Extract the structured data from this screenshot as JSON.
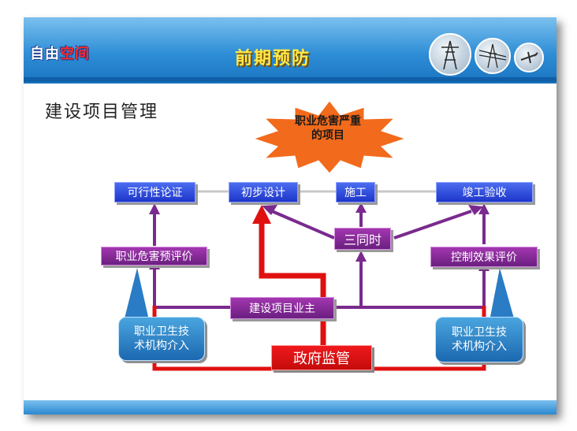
{
  "header": {
    "logo_part1": "自由",
    "logo_part2": "空间",
    "title": "前期预防"
  },
  "main": {
    "title": "建设项目管理",
    "burst": "职业危害严重的项目"
  },
  "flow": {
    "stage1": "可行性论证",
    "stage2": "初步设计",
    "stage3": "施工",
    "stage4": "竣工验收",
    "pre_eval": "职业危害预评价",
    "three_sim": "三同时",
    "control_eval": "控制效果评价",
    "owner": "建设项目业主",
    "agency_left": "职业卫生技术机构介入",
    "agency_right": "职业卫生技术机构介入",
    "gov": "政府监管"
  },
  "colors": {
    "header_blue": "#2e8ed6",
    "stage_blue": "#1d35c9",
    "purple": "#7a2a8e",
    "red": "#e01010",
    "burst_orange": "#f26a1b",
    "header_title_yellow": "#ffe94a"
  },
  "icons": {
    "circle_1": "power-tower-icon",
    "circle_2": "power-lines-icon",
    "circle_3": "aircraft-icon"
  }
}
